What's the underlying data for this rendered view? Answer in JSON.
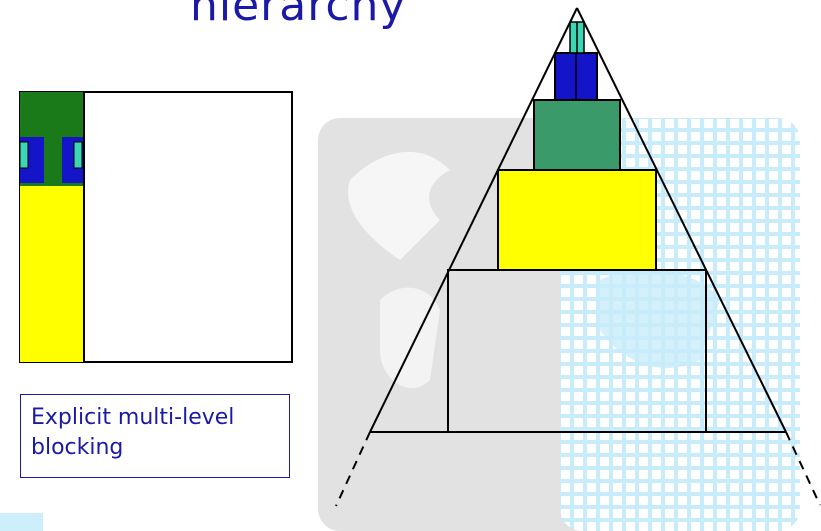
{
  "title": "hierarchy",
  "caption": "Explicit multi-level blocking",
  "colors": {
    "text_blue": "#1a1aa6",
    "level1_green": "#1a7a1a",
    "level2_blue": "#1414c8",
    "level3_teal": "#3dd6b4",
    "mid_green": "#3a9a6a",
    "yellow": "#ffff00",
    "bg_grid_blue": "#c8ecfa",
    "bg_grey": "#dcdcdc"
  },
  "icons": [
    "hierarchy-triangle",
    "blocked-matrix",
    "background-watermark"
  ]
}
